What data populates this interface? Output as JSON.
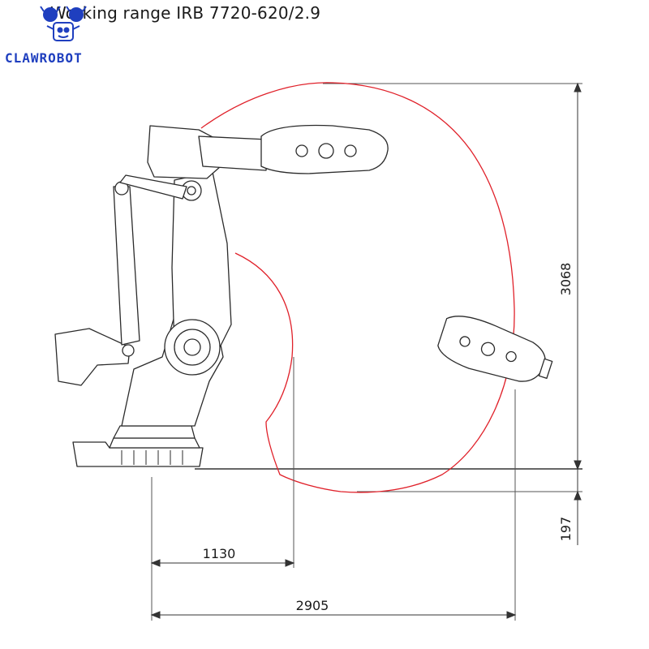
{
  "title": "Working range IRB 7720-620/2.9",
  "brand": "CLAWROBOT",
  "dimensions": {
    "height_above": "3068",
    "depth_below": "197",
    "min_reach": "1130",
    "max_reach": "2905"
  },
  "colors": {
    "range_curve": "#e0212a",
    "robot_line": "#2b2b2b",
    "brand": "#1f3fbf"
  }
}
